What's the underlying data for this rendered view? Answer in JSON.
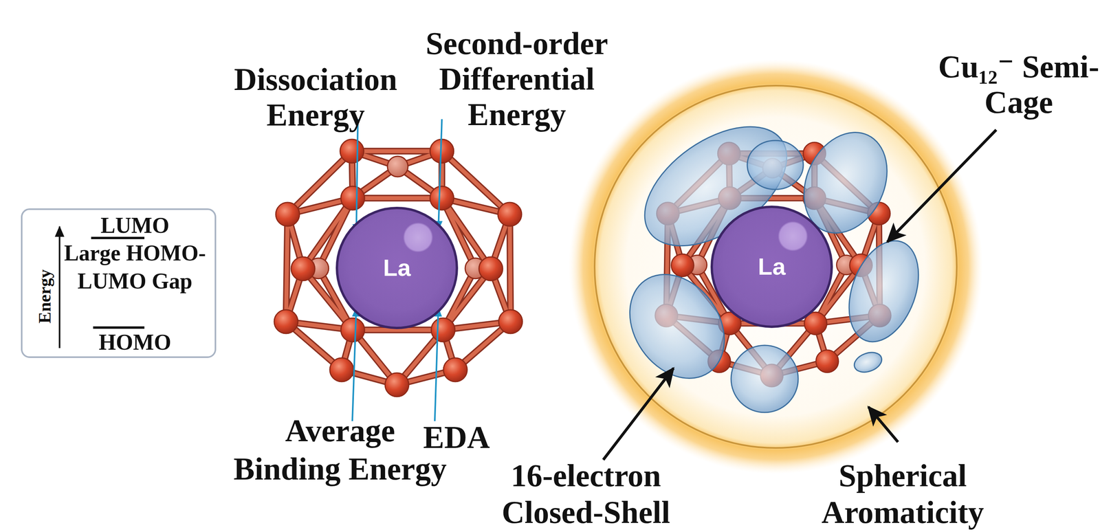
{
  "diagram": {
    "nodes": [
      {
        "text": [
          "LUMO",
          "Large HOMO-LUMO Gap",
          "HOMO",
          "Energy"
        ]
      },
      {
        "text": [
          "La"
        ]
      },
      {
        "text": [
          "La"
        ]
      }
    ],
    "labels": [
      "Dissociation Energy",
      "Second-order Differential Energy",
      "Average Binding Energy",
      "EDA",
      "Cu₁₂⁻ Semi-Cage",
      "16-electron Closed-Shell",
      "Spherical Aromaticity"
    ]
  }
}
